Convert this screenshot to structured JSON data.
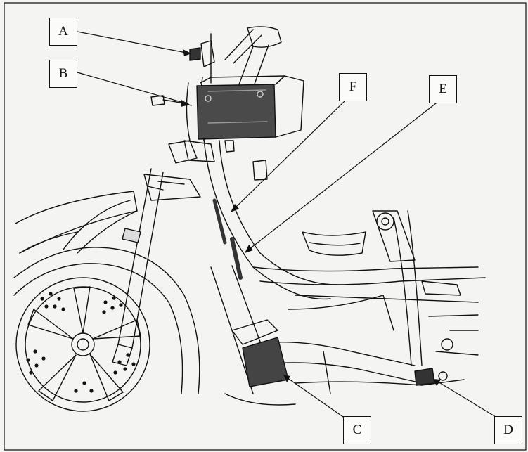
{
  "callouts": {
    "a": "A",
    "b": "B",
    "c": "C",
    "d": "D",
    "e": "E",
    "f": "F"
  },
  "colors": {
    "ink": "#111111",
    "paper": "#f4f4f2",
    "battery": "#4a4a4a"
  }
}
